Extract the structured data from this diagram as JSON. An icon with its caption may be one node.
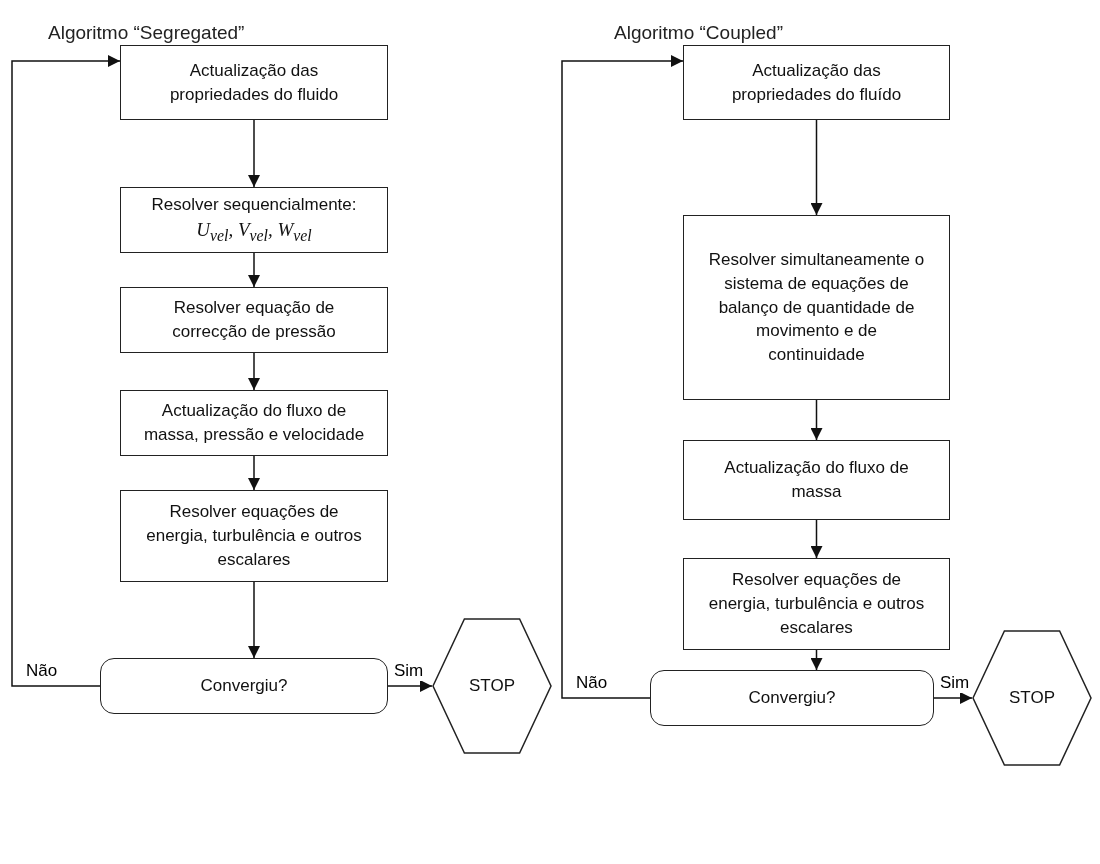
{
  "diagram": {
    "nodes": [
      {
        "text": [
          "Actualização das propriedades do fluido"
        ]
      },
      {
        "text": [
          "Resolver sequencialmente:",
          "U$_{vel}$, V$_{vel}$, W$_{vel}$"
        ]
      },
      {
        "text": [
          "Resolver equação de correcção de pressão"
        ]
      },
      {
        "text": [
          "Actualização do fluxo de massa, pressão e velocidade"
        ]
      },
      {
        "text": [
          "Resolver equações de energia, turbulência e outros escalares"
        ]
      },
      {
        "text": [
          "Convergiu?"
        ]
      },
      {
        "text": [
          "STOP"
        ]
      },
      {
        "text": [
          "Actualização das propriedades do fluído"
        ]
      },
      {
        "text": [
          "Resolver simultaneamente o sistema de equações de balanço de quantidade de movimento e de continuidade"
        ]
      },
      {
        "text": [
          "Actualização do fluxo de massa"
        ]
      },
      {
        "text": [
          "Resolver equações de energia, turbulência e outros escalares"
        ]
      },
      {
        "text": [
          "Convergiu?"
        ]
      },
      {
        "text": [
          "STOP"
        ]
      }
    ],
    "edges": [
      {
        "from": 0,
        "to": 1,
        "arrow": "to"
      },
      {
        "from": 1,
        "to": 2,
        "arrow": "to"
      },
      {
        "from": 2,
        "to": 3,
        "arrow": "to"
      },
      {
        "from": 3,
        "to": 4,
        "arrow": "to"
      },
      {
        "from": 4,
        "to": 5,
        "arrow": "to"
      },
      {
        "from": 5,
        "to": 6,
        "arrow": "to",
        "label": "Sim"
      },
      {
        "from": 5,
        "to": 0,
        "arrow": "to",
        "label": "Não"
      },
      {
        "from": 7,
        "to": 8,
        "arrow": "to"
      },
      {
        "from": 8,
        "to": 9,
        "arrow": "to"
      },
      {
        "from": 9,
        "to": 10,
        "arrow": "to"
      },
      {
        "from": 10,
        "to": 11,
        "arrow": "to"
      },
      {
        "from": 11,
        "to": 12,
        "arrow": "to",
        "label": "Sim"
      },
      {
        "from": 11,
        "to": 7,
        "arrow": "to",
        "label": "Não"
      }
    ],
    "labels": [
      "Algoritmo “Segregated”",
      "Algoritmo “Coupled”"
    ]
  }
}
